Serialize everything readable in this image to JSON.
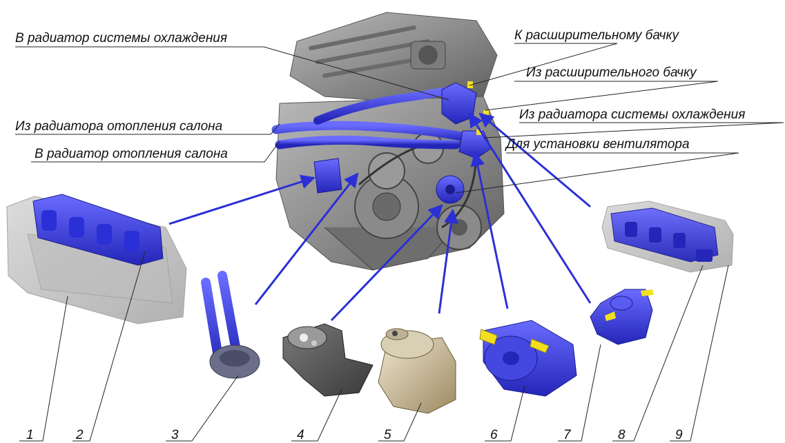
{
  "colors": {
    "accent": "#2b2fd6",
    "coolant_parts": "#3c3ee6",
    "engine_gray": "#8a8a8a",
    "highlight_yellow": "#f2e020",
    "leader_line": "#222222"
  },
  "callouts": {
    "to_radiator": "В радиатор системы охлаждения",
    "to_expansion_tank": "К расширительному бачку",
    "from_expansion_tank": "Из расширительного бачку",
    "from_heater": "Из радиатора отопления салона",
    "from_radiator": "Из радиатора системы охлаждения",
    "fan_mount": "Для установки вентилятора",
    "to_heater": "В радиатор отопления салона"
  },
  "part_numbers": [
    "1",
    "2",
    "3",
    "4",
    "5",
    "6",
    "7",
    "8",
    "9"
  ],
  "parts": [
    {
      "number": "1",
      "icon": "cylinder-block-icon"
    },
    {
      "number": "2",
      "icon": "water-jacket-icon"
    },
    {
      "number": "3",
      "icon": "oil-cooler-icon"
    },
    {
      "number": "4",
      "icon": "fan-bracket-icon"
    },
    {
      "number": "5",
      "icon": "idler-pulley-icon"
    },
    {
      "number": "6",
      "icon": "water-pump-icon"
    },
    {
      "number": "7",
      "icon": "thermostat-housing-icon"
    },
    {
      "number": "8",
      "icon": "head-water-jacket-icon"
    },
    {
      "number": "9",
      "icon": "cylinder-head-icon"
    }
  ]
}
